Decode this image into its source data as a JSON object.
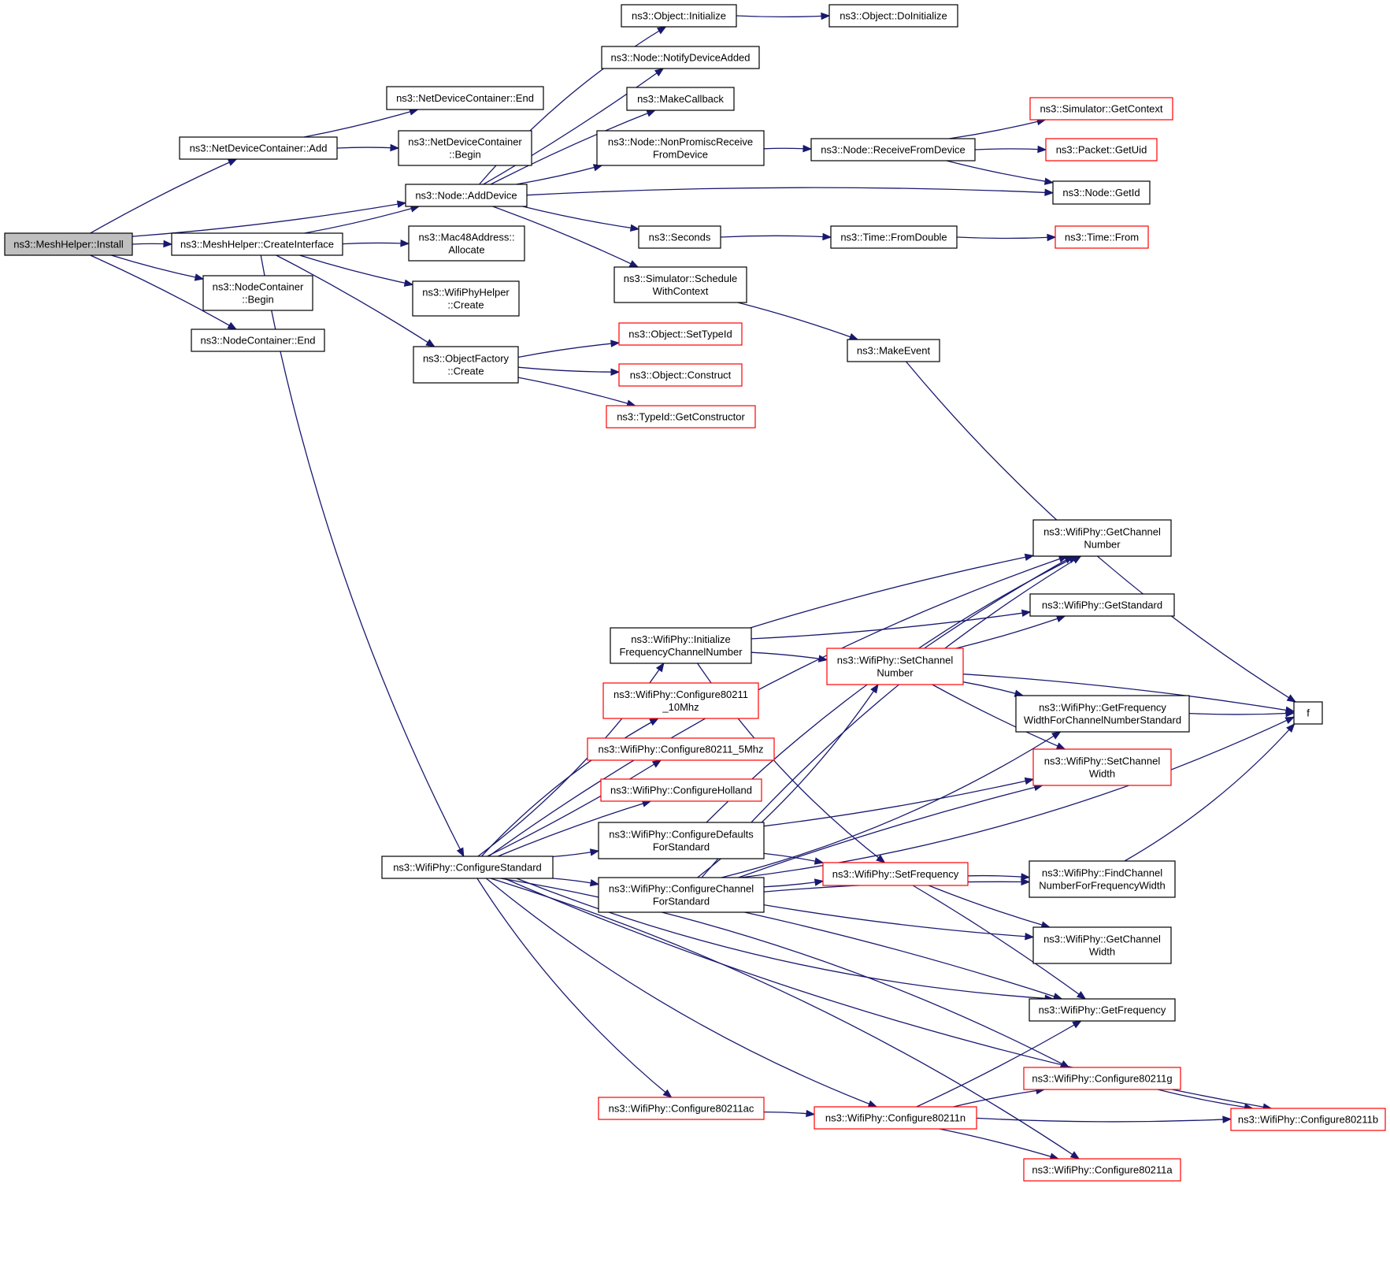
{
  "diagram": {
    "nodes": [
      {
        "id": "install",
        "lines": [
          "ns3::MeshHelper::Install"
        ],
        "style": "root"
      },
      {
        "id": "ndc_add",
        "lines": [
          "ns3::NetDeviceContainer::Add"
        ],
        "style": "black"
      },
      {
        "id": "ndc_end",
        "lines": [
          "ns3::NetDeviceContainer::End"
        ],
        "style": "black"
      },
      {
        "id": "ndc_begin",
        "lines": [
          "ns3::NetDeviceContainer",
          "::Begin"
        ],
        "style": "black"
      },
      {
        "id": "node_adddevice",
        "lines": [
          "ns3::Node::AddDevice"
        ],
        "style": "black"
      },
      {
        "id": "createinterface",
        "lines": [
          "ns3::MeshHelper::CreateInterface"
        ],
        "style": "black"
      },
      {
        "id": "nc_begin",
        "lines": [
          "ns3::NodeContainer",
          "::Begin"
        ],
        "style": "black"
      },
      {
        "id": "nc_end",
        "lines": [
          "ns3::NodeContainer::End"
        ],
        "style": "black"
      },
      {
        "id": "obj_init",
        "lines": [
          "ns3::Object::Initialize"
        ],
        "style": "black"
      },
      {
        "id": "obj_doinit",
        "lines": [
          "ns3::Object::DoInitialize"
        ],
        "style": "black"
      },
      {
        "id": "notifydeviceadded",
        "lines": [
          "ns3::Node::NotifyDeviceAdded"
        ],
        "style": "black"
      },
      {
        "id": "makecallback",
        "lines": [
          "ns3::MakeCallback"
        ],
        "style": "black"
      },
      {
        "id": "nonpromisc",
        "lines": [
          "ns3::Node::NonPromiscReceive",
          "FromDevice"
        ],
        "style": "black"
      },
      {
        "id": "receivefromdevice",
        "lines": [
          "ns3::Node::ReceiveFromDevice"
        ],
        "style": "black"
      },
      {
        "id": "sim_getcontext",
        "lines": [
          "ns3::Simulator::GetContext"
        ],
        "style": "red"
      },
      {
        "id": "packet_getuid",
        "lines": [
          "ns3::Packet::GetUid"
        ],
        "style": "red"
      },
      {
        "id": "node_getid",
        "lines": [
          "ns3::Node::GetId"
        ],
        "style": "black"
      },
      {
        "id": "seconds",
        "lines": [
          "ns3::Seconds"
        ],
        "style": "black"
      },
      {
        "id": "time_fromdouble",
        "lines": [
          "ns3::Time::FromDouble"
        ],
        "style": "black"
      },
      {
        "id": "time_from",
        "lines": [
          "ns3::Time::From"
        ],
        "style": "red"
      },
      {
        "id": "schedulewithcontext",
        "lines": [
          "ns3::Simulator::Schedule",
          "WithContext"
        ],
        "style": "black"
      },
      {
        "id": "makeevent",
        "lines": [
          "ns3::MakeEvent"
        ],
        "style": "black"
      },
      {
        "id": "mac48_allocate",
        "lines": [
          "ns3::Mac48Address::",
          "Allocate"
        ],
        "style": "black"
      },
      {
        "id": "wifiphyhelper_create",
        "lines": [
          "ns3::WifiPhyHelper",
          "::Create"
        ],
        "style": "black"
      },
      {
        "id": "objectfactory_create",
        "lines": [
          "ns3::ObjectFactory",
          "::Create"
        ],
        "style": "black"
      },
      {
        "id": "obj_settypeid",
        "lines": [
          "ns3::Object::SetTypeId"
        ],
        "style": "red"
      },
      {
        "id": "obj_construct",
        "lines": [
          "ns3::Object::Construct"
        ],
        "style": "red"
      },
      {
        "id": "typeid_getconstructor",
        "lines": [
          "ns3::TypeId::GetConstructor"
        ],
        "style": "red"
      },
      {
        "id": "configurestandard",
        "lines": [
          "ns3::WifiPhy::ConfigureStandard"
        ],
        "style": "black"
      },
      {
        "id": "initfreqchannel",
        "lines": [
          "ns3::WifiPhy::Initialize",
          "FrequencyChannelNumber"
        ],
        "style": "black"
      },
      {
        "id": "conf_10mhz",
        "lines": [
          "ns3::WifiPhy::Configure80211",
          "_10Mhz"
        ],
        "style": "red"
      },
      {
        "id": "conf_5mhz",
        "lines": [
          "ns3::WifiPhy::Configure80211_5Mhz"
        ],
        "style": "red"
      },
      {
        "id": "conf_holland",
        "lines": [
          "ns3::WifiPhy::ConfigureHolland"
        ],
        "style": "red"
      },
      {
        "id": "conf_defaults",
        "lines": [
          "ns3::WifiPhy::ConfigureDefaults",
          "ForStandard"
        ],
        "style": "black"
      },
      {
        "id": "conf_channel",
        "lines": [
          "ns3::WifiPhy::ConfigureChannel",
          "ForStandard"
        ],
        "style": "black"
      },
      {
        "id": "conf_ac",
        "lines": [
          "ns3::WifiPhy::Configure80211ac"
        ],
        "style": "red"
      },
      {
        "id": "getchannelnumber",
        "lines": [
          "ns3::WifiPhy::GetChannel",
          "Number"
        ],
        "style": "black"
      },
      {
        "id": "getstandard",
        "lines": [
          "ns3::WifiPhy::GetStandard"
        ],
        "style": "black"
      },
      {
        "id": "setchannelnumber",
        "lines": [
          "ns3::WifiPhy::SetChannel",
          "Number"
        ],
        "style": "red"
      },
      {
        "id": "getfreqwidth",
        "lines": [
          "ns3::WifiPhy::GetFrequency",
          "WidthForChannelNumberStandard"
        ],
        "style": "black"
      },
      {
        "id": "f",
        "lines": [
          "f"
        ],
        "style": "black"
      },
      {
        "id": "setchannelwidth",
        "lines": [
          "ns3::WifiPhy::SetChannel",
          "Width"
        ],
        "style": "red"
      },
      {
        "id": "setfrequency",
        "lines": [
          "ns3::WifiPhy::SetFrequency"
        ],
        "style": "red"
      },
      {
        "id": "findchannel",
        "lines": [
          "ns3::WifiPhy::FindChannel",
          "NumberForFrequencyWidth"
        ],
        "style": "black"
      },
      {
        "id": "getchannelwidth",
        "lines": [
          "ns3::WifiPhy::GetChannel",
          "Width"
        ],
        "style": "black"
      },
      {
        "id": "getfrequency",
        "lines": [
          "ns3::WifiPhy::GetFrequency"
        ],
        "style": "black"
      },
      {
        "id": "conf_g",
        "lines": [
          "ns3::WifiPhy::Configure80211g"
        ],
        "style": "red"
      },
      {
        "id": "conf_n",
        "lines": [
          "ns3::WifiPhy::Configure80211n"
        ],
        "style": "red"
      },
      {
        "id": "conf_b",
        "lines": [
          "ns3::WifiPhy::Configure80211b"
        ],
        "style": "red"
      },
      {
        "id": "conf_a",
        "lines": [
          "ns3::WifiPhy::Configure80211a"
        ],
        "style": "red"
      }
    ],
    "edges": [
      [
        "install",
        "ndc_add"
      ],
      [
        "install",
        "node_adddevice"
      ],
      [
        "install",
        "createinterface"
      ],
      [
        "install",
        "nc_begin"
      ],
      [
        "install",
        "nc_end"
      ],
      [
        "ndc_add",
        "ndc_end"
      ],
      [
        "ndc_add",
        "ndc_begin"
      ],
      [
        "createinterface",
        "node_adddevice"
      ],
      [
        "createinterface",
        "mac48_allocate"
      ],
      [
        "createinterface",
        "wifiphyhelper_create"
      ],
      [
        "createinterface",
        "objectfactory_create"
      ],
      [
        "createinterface",
        "configurestandard"
      ],
      [
        "node_adddevice",
        "obj_init"
      ],
      [
        "node_adddevice",
        "notifydeviceadded"
      ],
      [
        "node_adddevice",
        "makecallback"
      ],
      [
        "node_adddevice",
        "nonpromisc"
      ],
      [
        "node_adddevice",
        "node_getid"
      ],
      [
        "node_adddevice",
        "seconds"
      ],
      [
        "node_adddevice",
        "schedulewithcontext"
      ],
      [
        "obj_init",
        "obj_doinit"
      ],
      [
        "nonpromisc",
        "receivefromdevice"
      ],
      [
        "receivefromdevice",
        "sim_getcontext"
      ],
      [
        "receivefromdevice",
        "packet_getuid"
      ],
      [
        "receivefromdevice",
        "node_getid"
      ],
      [
        "seconds",
        "time_fromdouble"
      ],
      [
        "time_fromdouble",
        "time_from"
      ],
      [
        "schedulewithcontext",
        "makeevent"
      ],
      [
        "makeevent",
        "f"
      ],
      [
        "objectfactory_create",
        "obj_settypeid"
      ],
      [
        "objectfactory_create",
        "obj_construct"
      ],
      [
        "objectfactory_create",
        "typeid_getconstructor"
      ],
      [
        "configurestandard",
        "initfreqchannel"
      ],
      [
        "configurestandard",
        "conf_10mhz"
      ],
      [
        "configurestandard",
        "conf_5mhz"
      ],
      [
        "configurestandard",
        "conf_holland"
      ],
      [
        "configurestandard",
        "conf_defaults"
      ],
      [
        "configurestandard",
        "conf_channel"
      ],
      [
        "configurestandard",
        "conf_ac"
      ],
      [
        "configurestandard",
        "getchannelnumber"
      ],
      [
        "configurestandard",
        "getfrequency"
      ],
      [
        "configurestandard",
        "conf_g"
      ],
      [
        "configurestandard",
        "conf_n"
      ],
      [
        "configurestandard",
        "conf_a"
      ],
      [
        "configurestandard",
        "conf_b"
      ],
      [
        "initfreqchannel",
        "getchannelnumber"
      ],
      [
        "initfreqchannel",
        "getstandard"
      ],
      [
        "initfreqchannel",
        "setchannelnumber"
      ],
      [
        "initfreqchannel",
        "setfrequency"
      ],
      [
        "setchannelnumber",
        "getchannelnumber"
      ],
      [
        "setchannelnumber",
        "getstandard"
      ],
      [
        "setchannelnumber",
        "getfreqwidth"
      ],
      [
        "setchannelnumber",
        "setchannelwidth"
      ],
      [
        "setchannelnumber",
        "f"
      ],
      [
        "getfreqwidth",
        "f"
      ],
      [
        "conf_defaults",
        "getchannelnumber"
      ],
      [
        "conf_defaults",
        "setchannelwidth"
      ],
      [
        "conf_defaults",
        "setfrequency"
      ],
      [
        "conf_channel",
        "setchannelnumber"
      ],
      [
        "conf_channel",
        "getchannelnumber"
      ],
      [
        "conf_channel",
        "getfreqwidth"
      ],
      [
        "conf_channel",
        "setchannelwidth"
      ],
      [
        "conf_channel",
        "setfrequency"
      ],
      [
        "conf_channel",
        "findchannel"
      ],
      [
        "conf_channel",
        "getchannelwidth"
      ],
      [
        "conf_channel",
        "getfrequency"
      ],
      [
        "conf_channel",
        "f"
      ],
      [
        "setfrequency",
        "findchannel"
      ],
      [
        "setfrequency",
        "getchannelwidth"
      ],
      [
        "setfrequency",
        "getfrequency"
      ],
      [
        "findchannel",
        "f"
      ],
      [
        "conf_ac",
        "conf_n"
      ],
      [
        "conf_n",
        "getfrequency"
      ],
      [
        "conf_n",
        "conf_g"
      ],
      [
        "conf_n",
        "conf_b"
      ],
      [
        "conf_n",
        "conf_a"
      ],
      [
        "conf_g",
        "conf_b"
      ]
    ]
  }
}
